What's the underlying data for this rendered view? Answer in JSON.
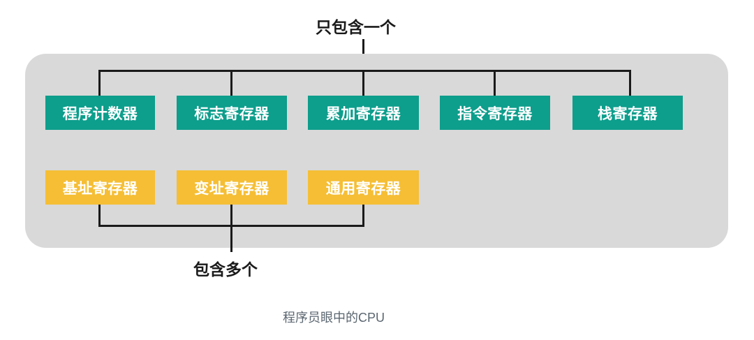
{
  "diagram": {
    "caption": "程序员眼中的CPU",
    "panel_color": "#d9d9d9",
    "background_color": "#ffffff",
    "line_color": "#1a1a1a",
    "annotations": {
      "top": "只包含一个",
      "bottom": "包含多个"
    },
    "groups": [
      {
        "id": "single-registers",
        "annotation": "只包含一个",
        "color": "#0d9e8c",
        "text_color": "#ffffff",
        "items": [
          {
            "label": "程序计数器"
          },
          {
            "label": "标志寄存器"
          },
          {
            "label": "累加寄存器"
          },
          {
            "label": "指令寄存器"
          },
          {
            "label": "栈寄存器"
          }
        ]
      },
      {
        "id": "multiple-registers",
        "annotation": "包含多个",
        "color": "#f5be35",
        "text_color": "#ffffff",
        "items": [
          {
            "label": "基址寄存器"
          },
          {
            "label": "变址寄存器"
          },
          {
            "label": "通用寄存器"
          }
        ]
      }
    ]
  }
}
